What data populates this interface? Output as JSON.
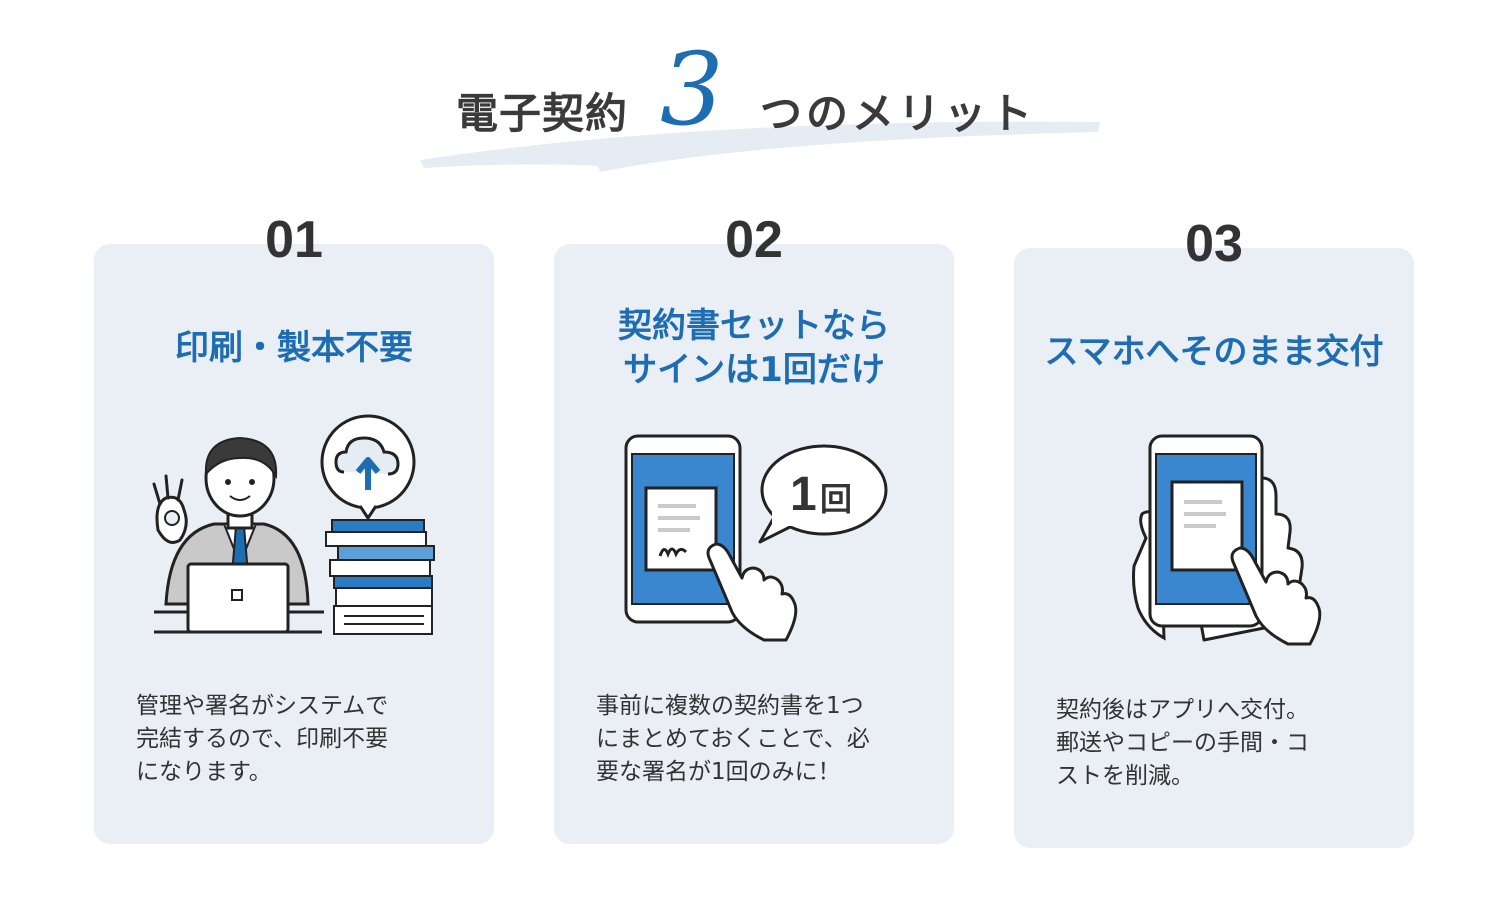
{
  "title": {
    "prefix": "電子契約",
    "number": "3",
    "suffix": "つのメリット"
  },
  "colors": {
    "accent": "#1e6db3",
    "card_bg": "#eaeff5",
    "text": "#333333"
  },
  "cards": [
    {
      "number": "01",
      "heading_lines": [
        "印刷・製本不要"
      ],
      "description_lines": [
        "管理や署名がシステムで",
        "完結するので、印刷不要",
        "になります。"
      ],
      "illustration": "businessman-laptop-ok-gesture-cloud-upload-documents"
    },
    {
      "number": "02",
      "heading_lines": [
        "契約書セットなら",
        "サインは1回だけ"
      ],
      "description_lines": [
        "事前に複数の契約書を1つ",
        "にまとめておくことで、必",
        "要な署名が1回のみに！"
      ],
      "illustration": "tablet-signature-speech-bubble",
      "bubble_text_num": "1",
      "bubble_text_unit": "回"
    },
    {
      "number": "03",
      "heading_lines": [
        "スマホへそのまま交付"
      ],
      "description_lines": [
        "契約後はアプリへ交付。",
        "郵送やコピーの手間・コ",
        "ストを削減。"
      ],
      "illustration": "smartphone-in-hand-tap"
    }
  ]
}
